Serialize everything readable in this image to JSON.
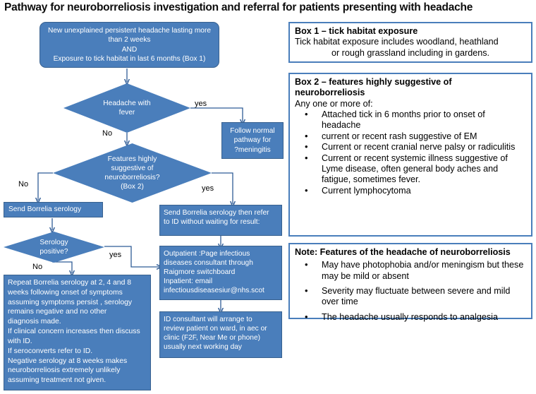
{
  "page": {
    "title": "Pathway for neuroborreliosis investigation and referral for patients presenting with headache",
    "accent_color": "#4a7ebb",
    "node_border_color": "#38618f",
    "info_border_color": "#4a7ebb",
    "node_text_color": "#ffffff",
    "background": "#ffffff"
  },
  "flow": {
    "start": {
      "line1": "New unexplained persistent headache  lasting more",
      "line2": "than 2 weeks",
      "line3": "AND",
      "line4": "Exposure to tick habitat in last 6 months (Box 1)"
    },
    "decision_fever": {
      "line1": "Headache with",
      "line2": "fever"
    },
    "meningitis": {
      "line1": "Follow normal",
      "line2": "pathway for",
      "line3": "?meningitis"
    },
    "decision_features": {
      "line1": "Features highly",
      "line2": "suggestive of",
      "line3": "neuroborreliosis?",
      "line4": "(Box 2)"
    },
    "send_serology": "Send Borrelia serology",
    "decision_serology": {
      "line1": "Serology",
      "line2": "positive?"
    },
    "repeat_serology": [
      "Repeat  Borrelia serology at 2, 4 and 8",
      "weeks following onset of symptoms",
      "assuming symptoms persist , serology",
      "remains negative and no other",
      "diagnosis made.",
      "If clinical concern increases then discuss",
      "with ID.",
      "If seroconverts refer to ID.",
      "Negative serology at 8 weeks makes",
      "neuroborreliosis extremely unlikely",
      "assuming treatment not given."
    ],
    "refer_id": [
      "Send Borrelia serology then refer",
      "to ID without waiting for result:"
    ],
    "contact": [
      "Outpatient :Page infectious",
      "diseases consultant through",
      "Raigmore switchboard",
      "Inpatient: email",
      "infectiousdiseasesiur@nhs.scot"
    ],
    "review": [
      "ID consultant will arrange to",
      "review patient on ward, in aec or",
      "clinic  (F2F, Near Me or phone)",
      "usually next working day"
    ],
    "labels": {
      "fever_yes": "yes",
      "fever_no": "No",
      "features_no": "No",
      "features_yes": "yes",
      "serology_yes": "yes",
      "serology_no": "No"
    }
  },
  "boxes": {
    "box1": {
      "heading": "Box 1 – tick habitat exposure",
      "line1": "Tick habitat exposure includes woodland, heathland",
      "line2": "or rough grassland including in gardens."
    },
    "box2": {
      "heading_line1": "Box 2 – features highly suggestive of",
      "heading_line2": "neuroborreliosis",
      "intro": "Any one or more of:",
      "items": [
        "Attached tick in 6 months prior to onset of headache",
        "current or recent rash suggestive of EM",
        "Current or recent cranial nerve palsy or radiculitis",
        "Current or recent systemic illness suggestive of Lyme disease, often general body aches and fatigue, sometimes fever.",
        "Current lymphocytoma"
      ]
    },
    "note": {
      "heading": "Note: Features of the headache of neuroborreliosis",
      "items": [
        "May have photophobia and/or meningism but these may be mild or absent",
        "Severity may fluctuate between severe and mild over time",
        "The headache usually responds to analgesia"
      ]
    }
  }
}
